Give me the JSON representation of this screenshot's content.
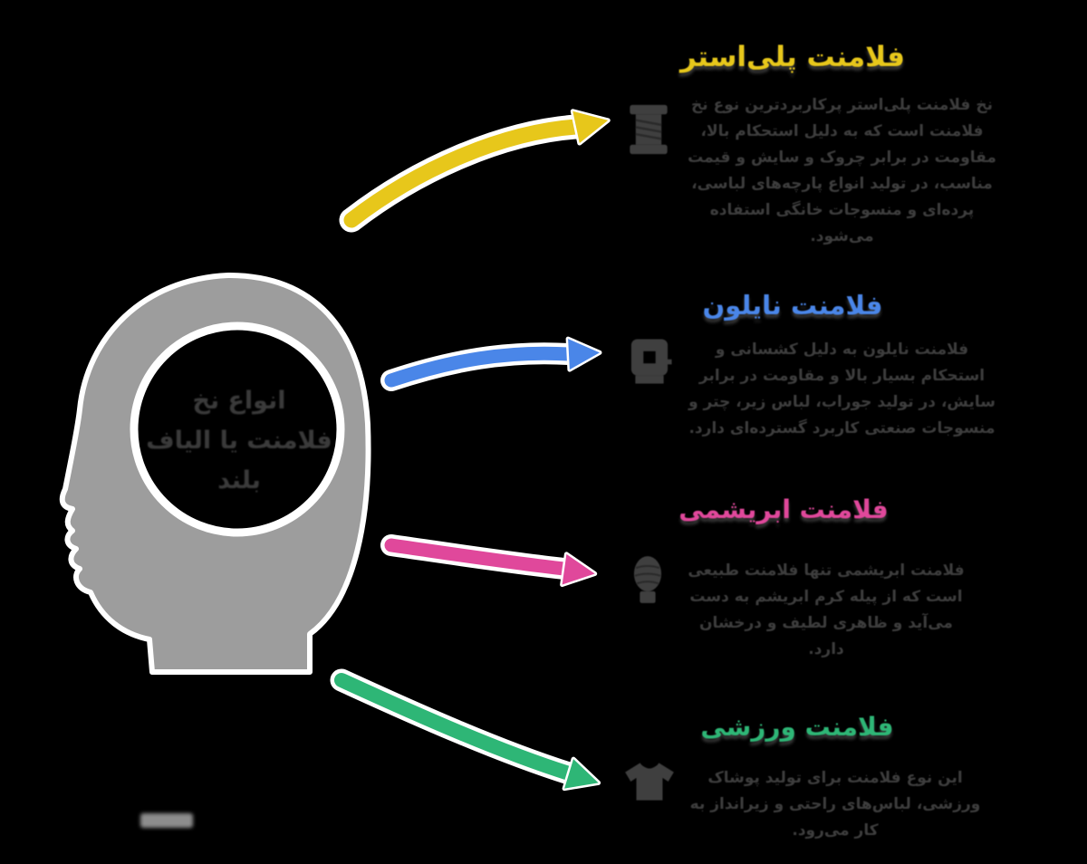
{
  "background": "#000000",
  "head": {
    "fill": "#9d9d9d",
    "outline": "#ffffff",
    "text_color": "#3a3a3a",
    "title_lines": {
      "0": "انواع نخ",
      "1": "فلامنت یا الیاف",
      "2": "بلند"
    }
  },
  "sections": {
    "0": {
      "id": "polyester",
      "title": "فلامنت پلی‌استر",
      "color": "#e7c71b",
      "icon": "thread-spool-icon",
      "body": "نخ فلامنت پلی‌استر پرکاربردترین نوع نخ فلامنت است که به دلیل استحکام بالا، مقاومت در برابر چروک و سایش و قیمت مناسب، در تولید انواع پارچه‌های لباسی، پرده‌ای و منسوجات خانگی استفاده می‌شود."
    },
    "1": {
      "id": "nylon",
      "title": "فلامنت نایلون",
      "color": "#4a86e8",
      "icon": "yarn-roll-icon",
      "body": "فلامنت نایلون به دلیل کشسانی و استحکام بسیار بالا و مقاومت در برابر سایش، در تولید جوراب، لباس زیر، چتر و منسوجات صنعتی کاربرد گسترده‌ای دارد."
    },
    "2": {
      "id": "silk",
      "title": "فلامنت ابریشمی",
      "color": "#e0489b",
      "icon": "silk-cocoon-icon",
      "body": "فلامنت ابریشمی تنها فلامنت طبیعی است که از پیله کرم ابریشم به دست می‌آید و ظاهری لطیف و درخشان دارد."
    },
    "3": {
      "id": "sport",
      "title": "فلامنت ورزشی",
      "color": "#2eb676",
      "icon": "tshirt-icon",
      "body": "این نوع فلامنت برای تولید پوشاک ورزشی، لباس‌های راحتی و زیرانداز به کار می‌رود."
    }
  }
}
